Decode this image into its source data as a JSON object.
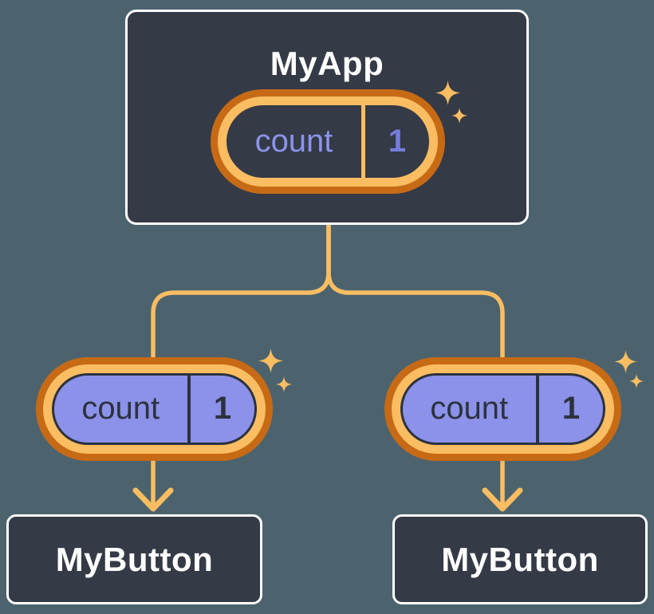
{
  "diagram": {
    "root": {
      "title": "MyApp",
      "pill": {
        "label": "count",
        "value": "1"
      }
    },
    "children": [
      {
        "title": "MyButton",
        "pill": {
          "label": "count",
          "value": "1"
        }
      },
      {
        "title": "MyButton",
        "pill": {
          "label": "count",
          "value": "1"
        }
      }
    ]
  },
  "colors": {
    "background": "#4C636E",
    "card": "#343A46",
    "card_border": "#FFFFFF",
    "title_text": "#FFFFFF",
    "ring_outer": "#C76A15",
    "ring_inner": "#FABD62",
    "connector": "#FABD62",
    "sparkle": "#FABD62",
    "pill_fill_purple": "#8C91E9",
    "pill_text_dark": "#2C323E",
    "state_label_purple": "#8C93EA",
    "state_value_purple": "#767DDD"
  }
}
